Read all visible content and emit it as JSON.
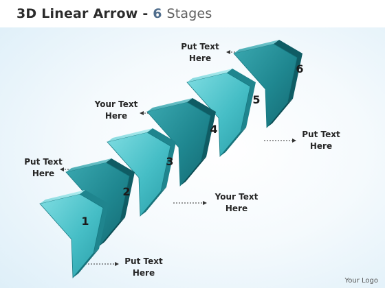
{
  "title": {
    "part1": "3D Linear Arrow",
    "dash": "-",
    "number": "6",
    "part2": "Stages"
  },
  "stages": [
    {
      "number": "1",
      "line1": "Put Text",
      "line2": "Here"
    },
    {
      "number": "2",
      "line1": "Put Text",
      "line2": "Here"
    },
    {
      "number": "3",
      "line1": "Your Text",
      "line2": "Here"
    },
    {
      "number": "4",
      "line1": "Your Text",
      "line2": "Here"
    },
    {
      "number": "5",
      "line1": "Put Text",
      "line2": "Here"
    },
    {
      "number": "6",
      "line1": "Put Text",
      "line2": "Here"
    }
  ],
  "logo": "Your Logo",
  "colors": {
    "teal_light": "#48c1c9",
    "teal_mid": "#2aa3ad",
    "teal_dark": "#1a7f88",
    "teal_shade": "#11616a"
  }
}
